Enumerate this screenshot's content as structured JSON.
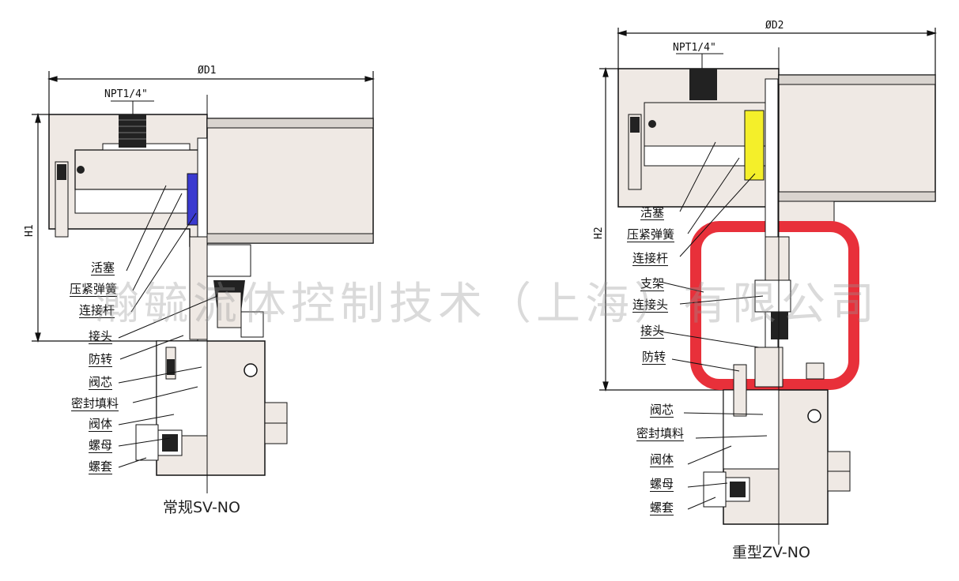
{
  "left_view": {
    "caption": "常规SV-NO",
    "dims": {
      "diameter": "ØD1",
      "port": "NPT1/4\"",
      "height": "H1"
    },
    "labels": [
      "活塞",
      "压紧弹簧",
      "连接杆",
      "接头",
      "防转",
      "阀芯",
      "密封填料",
      "阀体",
      "螺母",
      "螺套"
    ]
  },
  "right_view": {
    "caption": "重型ZV-NO",
    "dims": {
      "diameter": "ØD2",
      "port": "NPT1/4\"",
      "height": "H2"
    },
    "labels": [
      "活塞",
      "压紧弹簧",
      "连接杆",
      "支架",
      "连接头",
      "接头",
      "防转",
      "阀芯",
      "密封填料",
      "阀体",
      "螺母",
      "螺套"
    ]
  },
  "watermark": "瀚毓流体控制技术（上海）有限公司",
  "colors": {
    "bracket": "#e8303a",
    "yellow_part": "#f4ef2a",
    "blue_part": "#3a3ad0",
    "housing": "#efe9e4"
  }
}
